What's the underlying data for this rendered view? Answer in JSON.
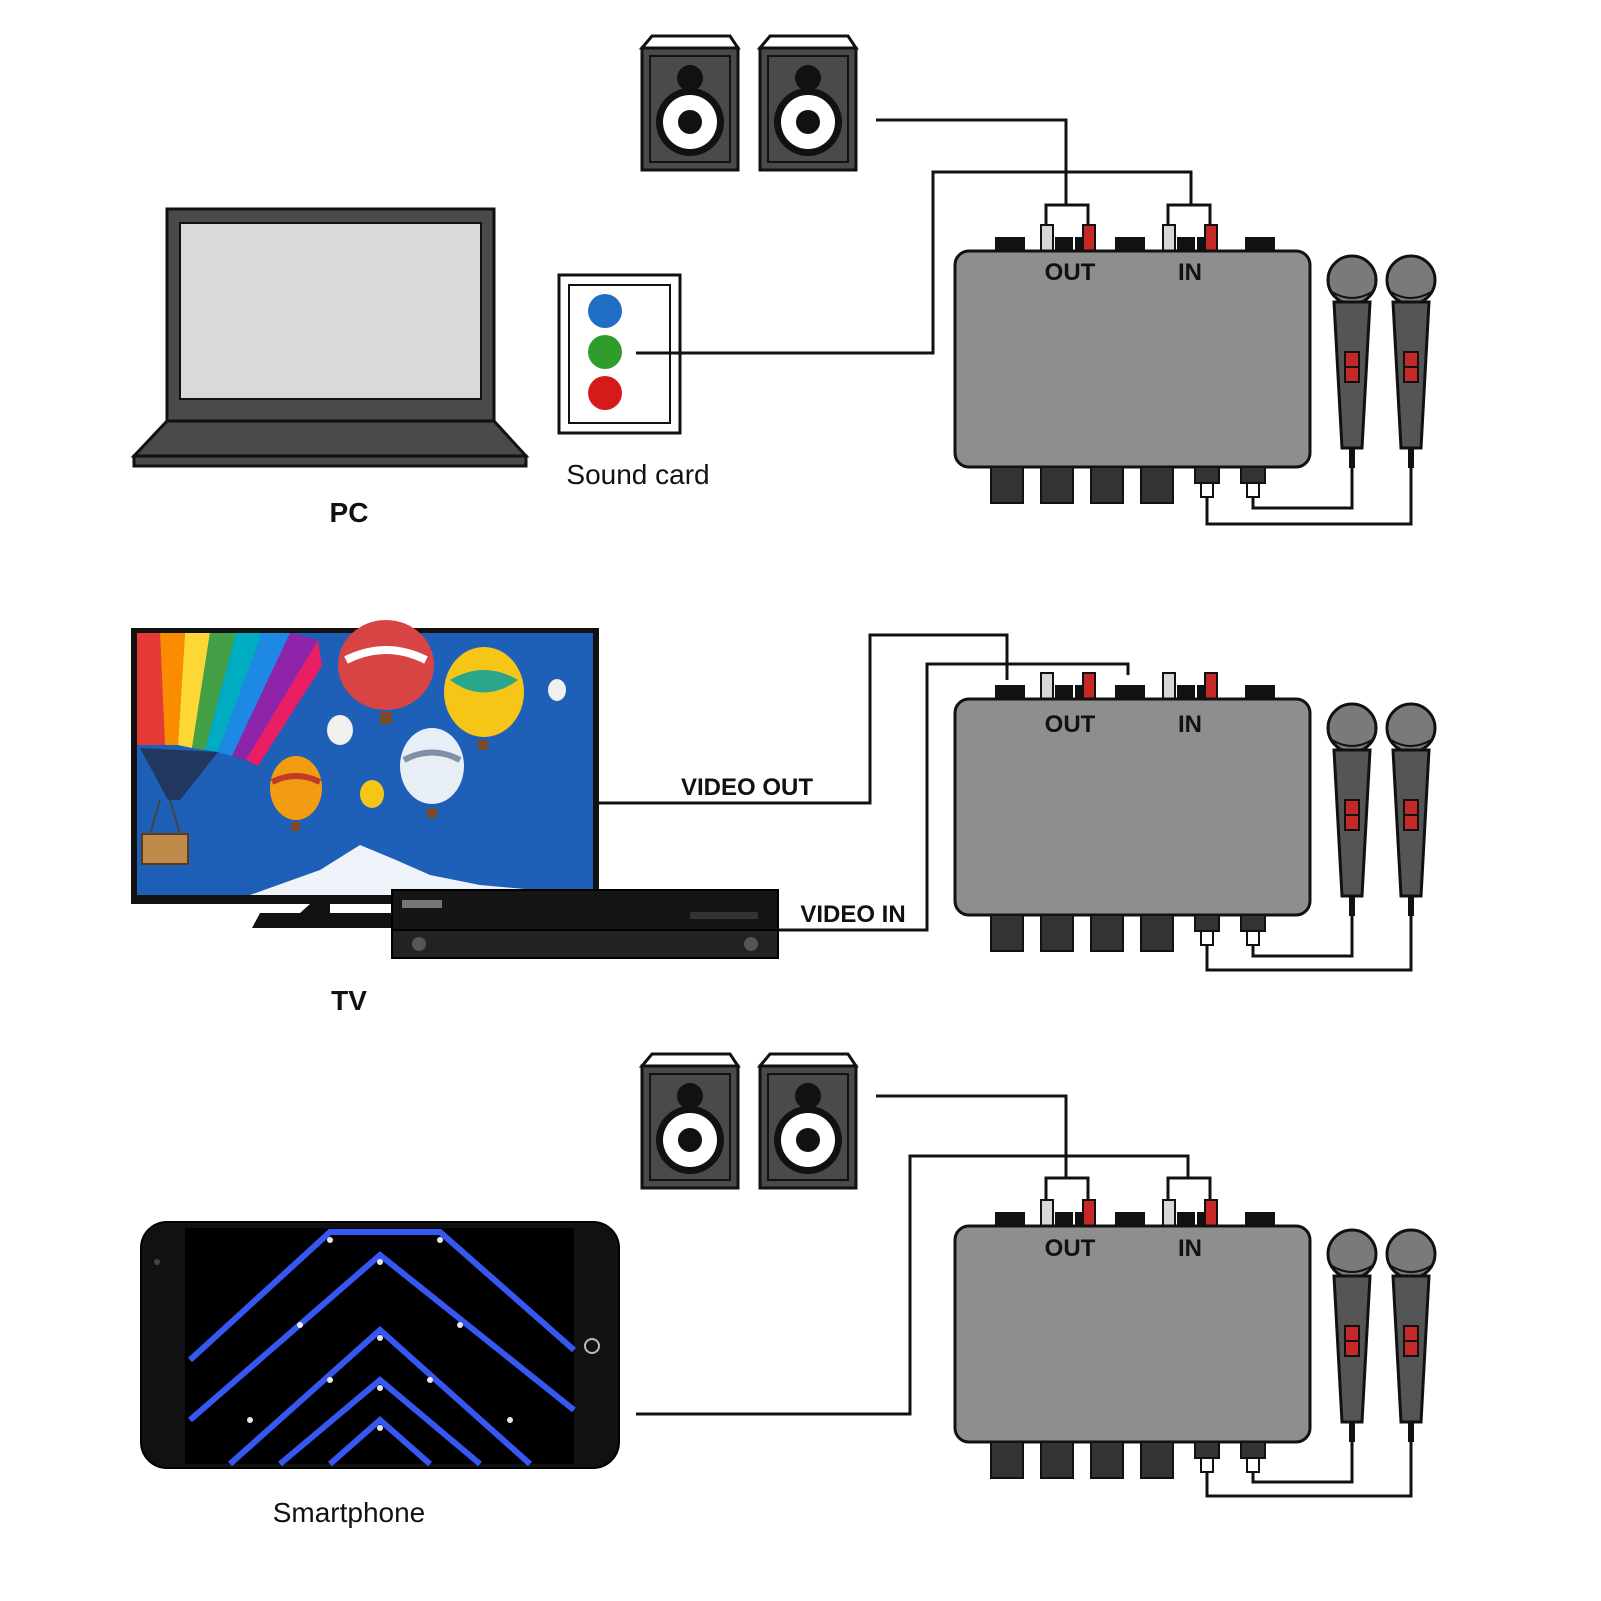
{
  "labels": {
    "pc": "PC",
    "sound_card": "Sound card",
    "tv": "TV",
    "smartphone": "Smartphone",
    "video_out": "VIDEO OUT",
    "video_in": "VIDEO IN",
    "mixer_out": "OUT",
    "mixer_in": "IN"
  },
  "colors": {
    "mixer_body": "#8e8e8e",
    "device_dark": "#4a4a4a",
    "screen_light": "#d9d9d9",
    "jack_red": "#c62828",
    "jack_white": "#d8d8d8",
    "sound_blue": "#1f6fc4",
    "sound_green": "#2e9d2e",
    "sound_red": "#d51a1a",
    "sky_blue": "#1e5fb8",
    "led_blue": "#3a5cff"
  },
  "icons": [
    "speaker-icon",
    "laptop-icon",
    "microphone-icon",
    "tv-icon",
    "player-icon",
    "smartphone-icon",
    "mixer-icon"
  ]
}
